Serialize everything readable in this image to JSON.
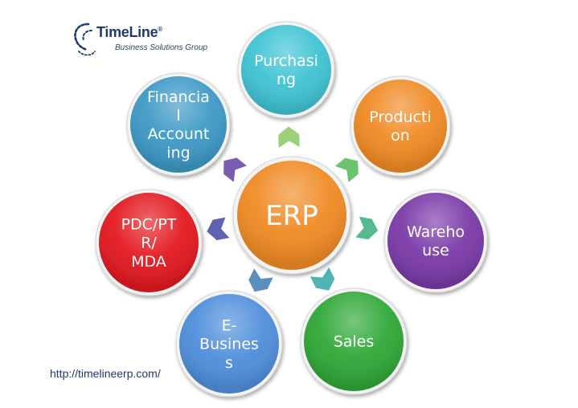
{
  "logo": {
    "title": "TimeLine",
    "registered_mark": "®",
    "subtitle": "Business Solutions Group"
  },
  "center": {
    "label": "ERP",
    "color": "#f08a24"
  },
  "modules": [
    {
      "id": "purchasing",
      "lines": [
        "Purchasi",
        "ng"
      ],
      "color": "#3fc3d3",
      "arrow_color": "#9bd17a"
    },
    {
      "id": "production",
      "lines": [
        "Producti",
        "on"
      ],
      "color": "#f08a24",
      "arrow_color": "#6cc36e"
    },
    {
      "id": "warehouse",
      "lines": [
        "Wareho",
        "use"
      ],
      "color": "#7a3aa8",
      "arrow_color": "#56b98f"
    },
    {
      "id": "sales",
      "lines": [
        "Sales"
      ],
      "color": "#2fa836",
      "arrow_color": "#4fb4b4"
    },
    {
      "id": "e-business",
      "lines": [
        "E-",
        "Busines",
        "s"
      ],
      "color": "#4f8edb",
      "arrow_color": "#5a8fc0"
    },
    {
      "id": "pdc-ptr-mda",
      "lines": [
        "PDC/PT",
        "R/",
        "MDA"
      ],
      "color": "#e3191f",
      "arrow_color": "#5f63b0"
    },
    {
      "id": "financial-accounting",
      "lines": [
        "Financia",
        "l",
        "Account",
        "ing"
      ],
      "color": "#3d99c6",
      "arrow_color": "#7a5db0"
    }
  ],
  "footer": {
    "url": "http://timelineerp.com/"
  }
}
